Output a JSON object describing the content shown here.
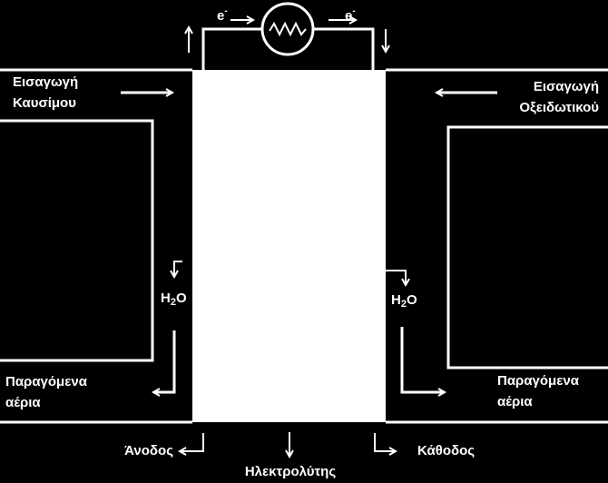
{
  "labels": {
    "fuel_inlet": [
      "Εισαγωγή",
      "Καυσίμου"
    ],
    "oxidant_inlet": [
      "Εισαγωγή",
      "Οξειδωτικού"
    ],
    "exhaust_left": [
      "Παραγόμενα",
      "αέρια"
    ],
    "exhaust_right": [
      "Παραγόμενα",
      "αέρια"
    ],
    "anode": "Άνοδος",
    "cathode": "Κάθοδος",
    "electrolyte": "Ηλεκτρολύτης",
    "water": {
      "main": "H",
      "sub": "2",
      "tail": "O"
    },
    "electron": {
      "main": "e",
      "sup": "-"
    }
  },
  "colors": {
    "background": "#000000",
    "foreground": "#ffffff"
  }
}
